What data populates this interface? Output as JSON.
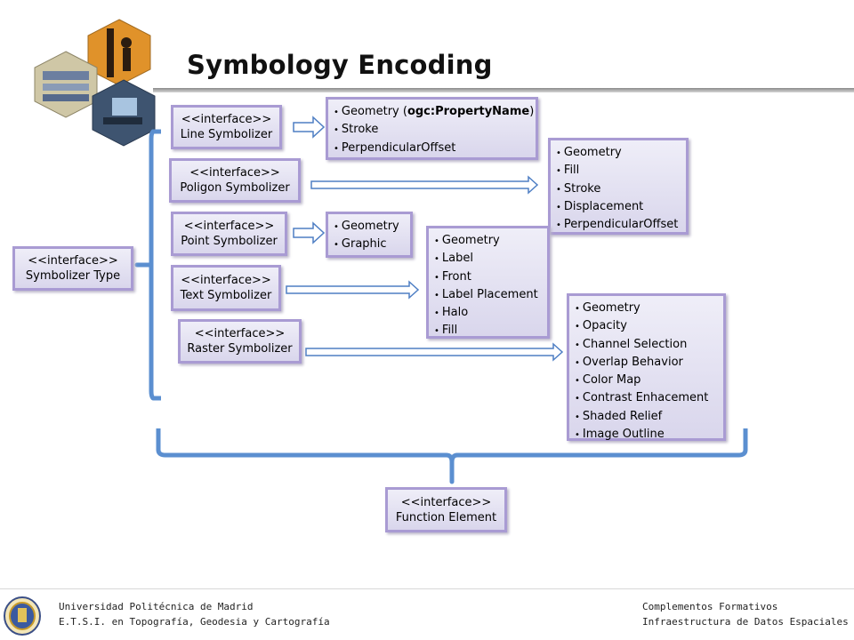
{
  "title": "Symbology Encoding",
  "root": {
    "stereotype": "<<interface>>",
    "name": "Symbolizer Type"
  },
  "symbolizers": [
    {
      "stereotype": "<<interface>>",
      "name": "Line Symbolizer"
    },
    {
      "stereotype": "<<interface>>",
      "name": "Poligon Symbolizer"
    },
    {
      "stereotype": "<<interface>>",
      "name": "Point Symbolizer"
    },
    {
      "stereotype": "<<interface>>",
      "name": "Text Symbolizer"
    },
    {
      "stereotype": "<<interface>>",
      "name": "Raster Symbolizer"
    }
  ],
  "line_props": {
    "first_prefix": "Geometry (",
    "first_bold": "ogc:PropertyName",
    "first_suffix": ")",
    "items": [
      "Stroke",
      "PerpendicularOffset"
    ]
  },
  "polygon_props": [
    "Geometry",
    "Fill",
    "Stroke",
    "Displacement",
    "PerpendicularOffset"
  ],
  "point_props": [
    "Geometry",
    "Graphic"
  ],
  "text_props": [
    "Geometry",
    "Label",
    "Front",
    "Label Placement",
    "Halo",
    "Fill"
  ],
  "raster_props": [
    "Geometry",
    "Opacity",
    "Channel Selection",
    "Overlap Behavior",
    "Color Map",
    "Contrast Enhacement",
    "Shaded Relief",
    "Image Outline"
  ],
  "function_element": {
    "stereotype": "<<interface>>",
    "name": "Function Element"
  },
  "footer": {
    "left_line1": "Universidad  Politécnica  de Madrid",
    "left_line2": "E.T.S.I. en Topografía, Geodesia y Cartografía",
    "right_line1": "Complementos  Formativos",
    "right_line2": "Infraestructura  de Datos Espaciales"
  },
  "colors": {
    "box_border": "#a99bd3",
    "box_fill": "#e6e3f3",
    "bracket": "#5b8fd0",
    "arrow_outline": "#4f7fc4"
  }
}
